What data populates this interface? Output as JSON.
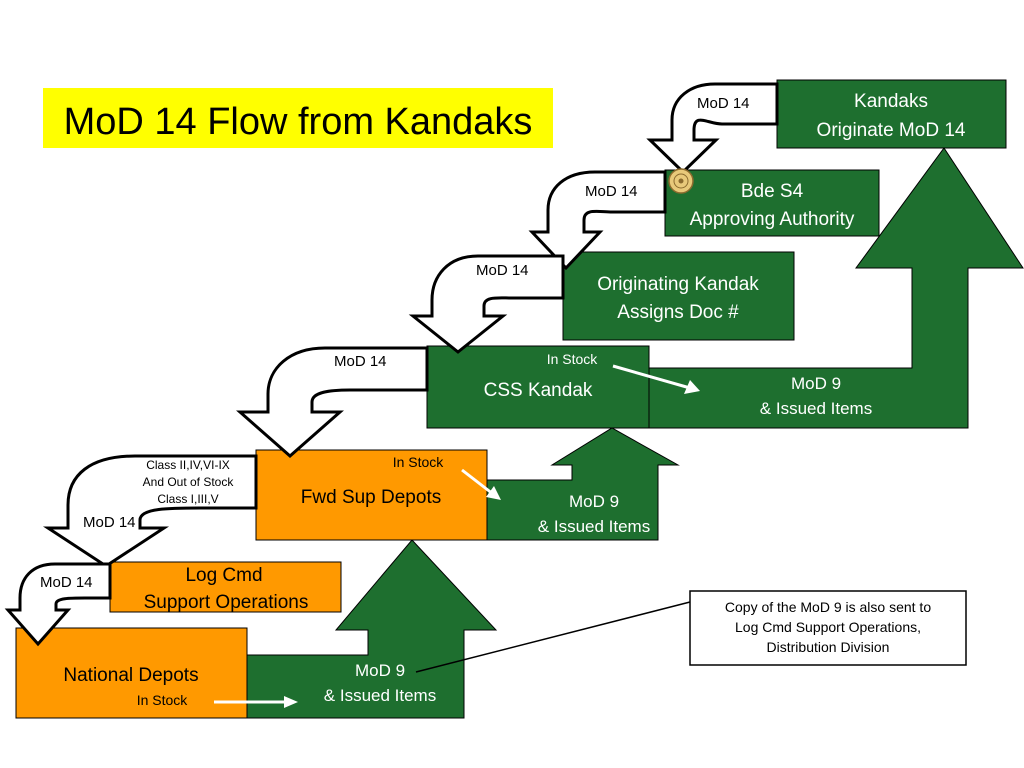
{
  "title": "MoD 14 Flow from Kandaks",
  "colors": {
    "green": "#1E6F2F",
    "orange": "#FF9900",
    "title_bg": "#FFFF00",
    "outline": "#000000",
    "white": "#FFFFFF"
  },
  "boxes": {
    "kandaks": [
      "Kandaks",
      "Originate MoD 14"
    ],
    "bde_s4": [
      "Bde S4",
      "Approving Authority"
    ],
    "originating_kandak": [
      "Originating Kandak",
      "Assigns Doc #"
    ],
    "css_kandak": "CSS Kandak",
    "css_in_stock": "In Stock",
    "css_mod9": [
      "MoD 9",
      "& Issued Items"
    ],
    "fwd_sup_depots": "Fwd Sup Depots",
    "fwd_in_stock": "In Stock",
    "fwd_mod9": [
      "MoD 9",
      "& Issued Items"
    ],
    "log_cmd": [
      "Log Cmd",
      "Support Operations"
    ],
    "national_depots": "National Depots",
    "nat_in_stock": "In Stock",
    "nat_mod9": [
      "MoD 9",
      "& Issued Items"
    ]
  },
  "flow_labels": {
    "step1": "MoD 14",
    "step2": "MoD 14",
    "step3": "MoD 14",
    "step4": "MoD 14",
    "step5": "MoD 14",
    "step6": "MoD 14",
    "class_note": [
      "Class II,IV,VI-IX",
      "And Out of Stock",
      "Class I,III,V"
    ]
  },
  "callout": [
    "Copy of the MoD 9 is also sent to",
    "Log Cmd Support Operations,",
    "Distribution Division"
  ],
  "icons": {
    "seal": "emblem-seal-icon"
  }
}
